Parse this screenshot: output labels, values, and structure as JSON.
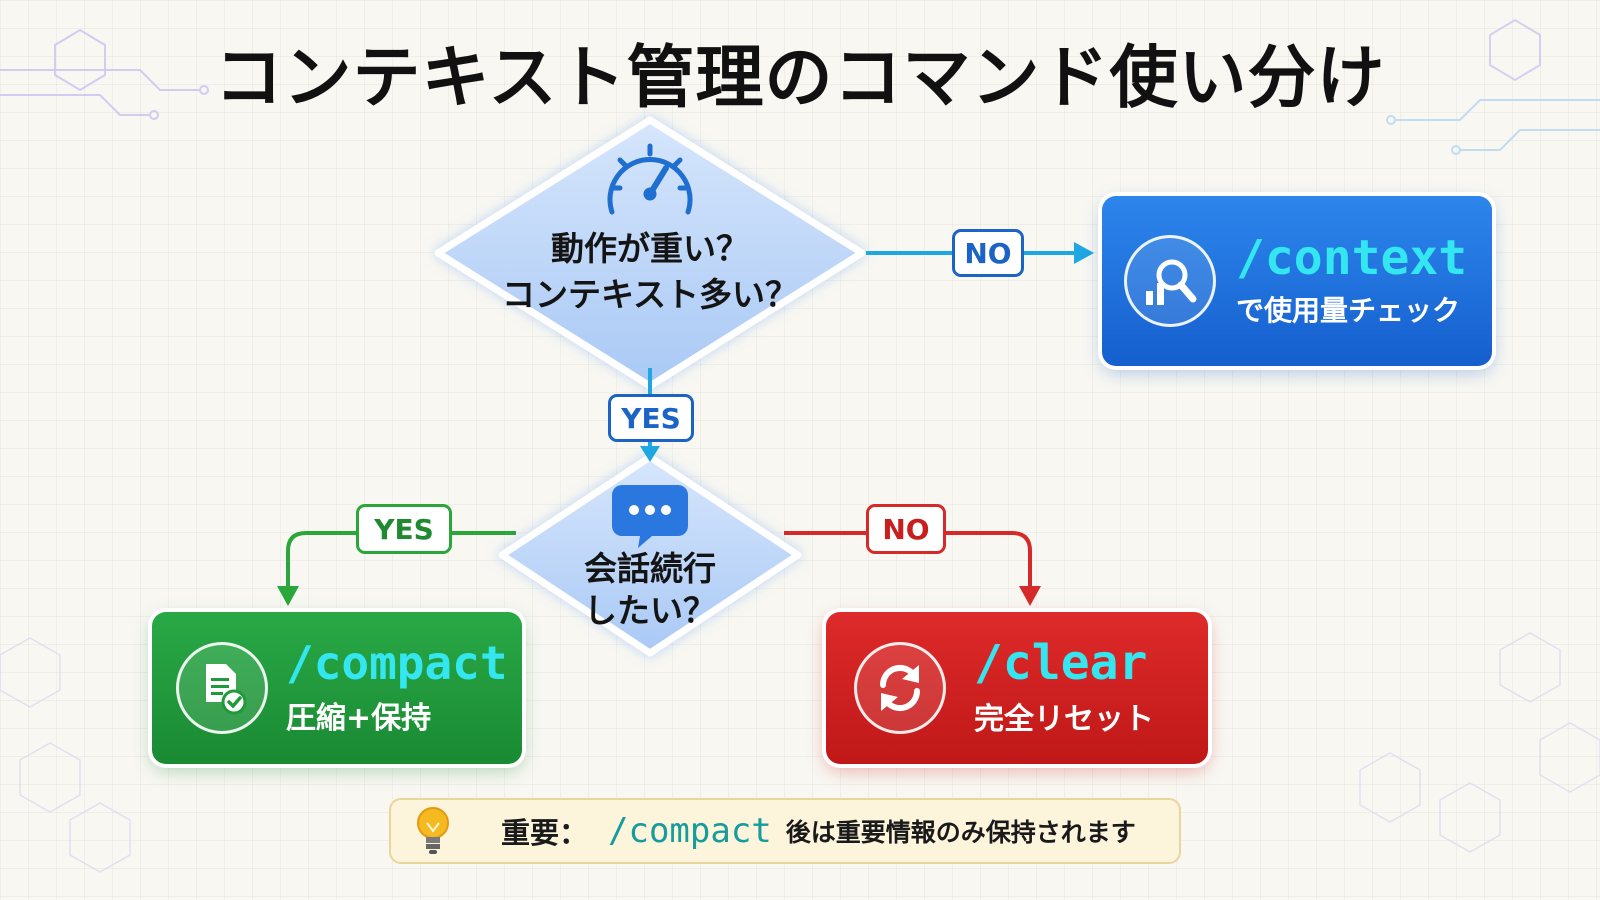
{
  "title": "コンテキスト管理のコマンド使い分け",
  "decision1": {
    "icon": "speedometer-icon",
    "line1": "動作が重い？",
    "line2": "コンテキスト多い？"
  },
  "decision2": {
    "icon": "chat-bubble-icon",
    "line1": "会話続行",
    "line2": "したい？"
  },
  "edges": {
    "d1_no": "NO",
    "d1_yes": "YES",
    "d2_yes": "YES",
    "d2_no": "NO"
  },
  "commands": {
    "context": {
      "icon": "magnifier-chart-icon",
      "name": "/context",
      "desc": "で使用量チェック",
      "color": "#1b73e0"
    },
    "compact": {
      "icon": "document-check-icon",
      "name": "/compact",
      "desc": "圧縮+保持",
      "color": "#1f9a3a"
    },
    "clear": {
      "icon": "refresh-icon",
      "name": "/clear",
      "desc": "完全リセット",
      "color": "#d41e1e"
    }
  },
  "note": {
    "icon": "lightbulb-icon",
    "label": "重要：",
    "command": "/compact",
    "text": "後は重要情報のみ保持されます"
  },
  "colors": {
    "yes_path": "#2aa63a",
    "no_path": "#d62a2a",
    "main_path": "#1ea7e0",
    "command_text": "#33e6f0",
    "diamond_fill": "#bcd6fa"
  }
}
